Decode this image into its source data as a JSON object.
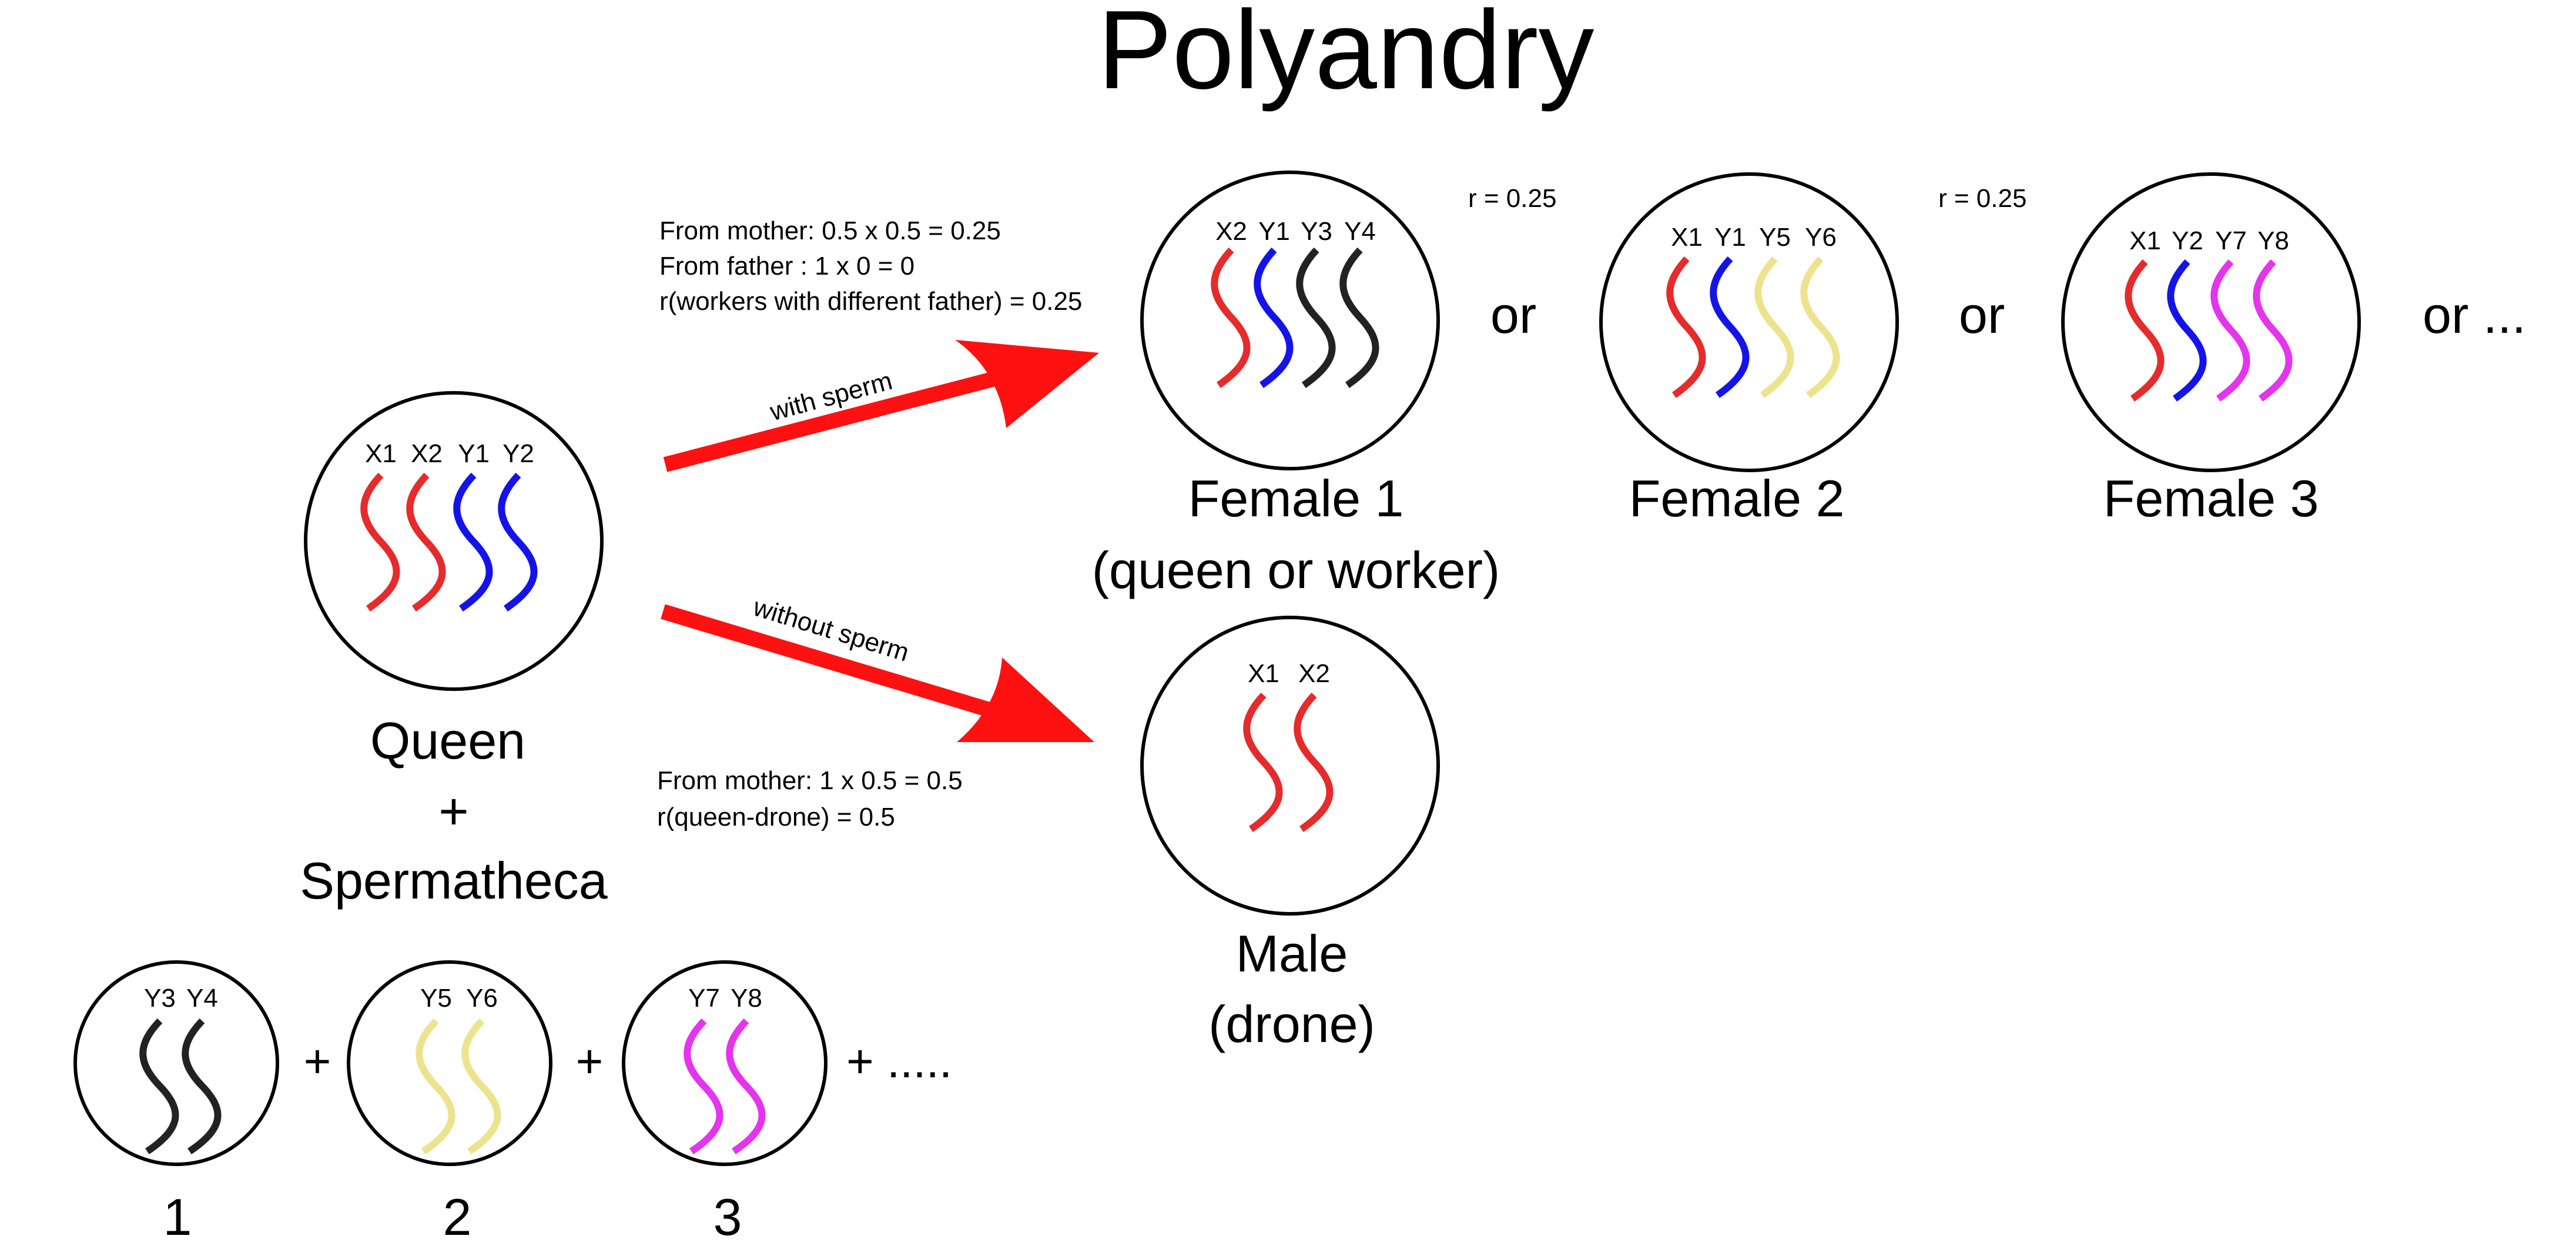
{
  "colors": {
    "red": "#e52b2b",
    "blue": "#1414e8",
    "black": "#222222",
    "yellow": "#ece38e",
    "magenta": "#e434ec",
    "arrow": "#ff1111"
  },
  "title": "Polyandry",
  "queen": {
    "chromosomes": [
      {
        "label": "X1",
        "color": "red"
      },
      {
        "label": "X2",
        "color": "red"
      },
      {
        "label": "Y1",
        "color": "blue"
      },
      {
        "label": "Y2",
        "color": "blue"
      }
    ],
    "caption_line1": "Queen",
    "caption_line2": "+",
    "caption_line3": "Spermatheca"
  },
  "sperm": [
    {
      "chromosomes": [
        {
          "label": "Y3",
          "color": "black"
        },
        {
          "label": "Y4",
          "color": "black"
        }
      ],
      "caption": "1"
    },
    {
      "chromosomes": [
        {
          "label": "Y5",
          "color": "yellow"
        },
        {
          "label": "Y6",
          "color": "yellow"
        }
      ],
      "caption": "2"
    },
    {
      "chromosomes": [
        {
          "label": "Y7",
          "color": "magenta"
        },
        {
          "label": "Y8",
          "color": "magenta"
        }
      ],
      "caption": "3"
    }
  ],
  "plus_signs": [
    "+",
    "+",
    "+ ....."
  ],
  "arrows": {
    "with_sperm": "with sperm",
    "without_sperm": "without sperm"
  },
  "female_note": {
    "line1": "From mother:  0.5 x 0.5 = 0.25",
    "line2": "From father : 1 x 0 = 0",
    "line3": "r(workers with different father) = 0.25"
  },
  "male_note": {
    "line1": "From mother:  1 x 0.5 = 0.5",
    "line2": "r(queen-drone) =  0.5"
  },
  "females": [
    {
      "chromosomes": [
        {
          "label": "X2",
          "color": "red"
        },
        {
          "label": "Y1",
          "color": "blue"
        },
        {
          "label": "Y3",
          "color": "black"
        },
        {
          "label": "Y4",
          "color": "black"
        }
      ],
      "caption_line1": "Female 1",
      "caption_line2": "(queen or worker)"
    },
    {
      "chromosomes": [
        {
          "label": "X1",
          "color": "red"
        },
        {
          "label": "Y1",
          "color": "blue"
        },
        {
          "label": "Y5",
          "color": "yellow"
        },
        {
          "label": "Y6",
          "color": "yellow"
        }
      ],
      "caption_line1": "Female 2",
      "caption_line2": ""
    },
    {
      "chromosomes": [
        {
          "label": "X1",
          "color": "red"
        },
        {
          "label": "Y2",
          "color": "blue"
        },
        {
          "label": "Y7",
          "color": "magenta"
        },
        {
          "label": "Y8",
          "color": "magenta"
        }
      ],
      "caption_line1": "Female 3",
      "caption_line2": ""
    }
  ],
  "or_labels": [
    "or",
    "or",
    "or ..."
  ],
  "r_labels": [
    "r = 0.25",
    "r = 0.25"
  ],
  "male": {
    "chromosomes": [
      {
        "label": "X1",
        "color": "red"
      },
      {
        "label": "X2",
        "color": "red"
      }
    ],
    "caption_line1": "Male",
    "caption_line2": "(drone)"
  }
}
